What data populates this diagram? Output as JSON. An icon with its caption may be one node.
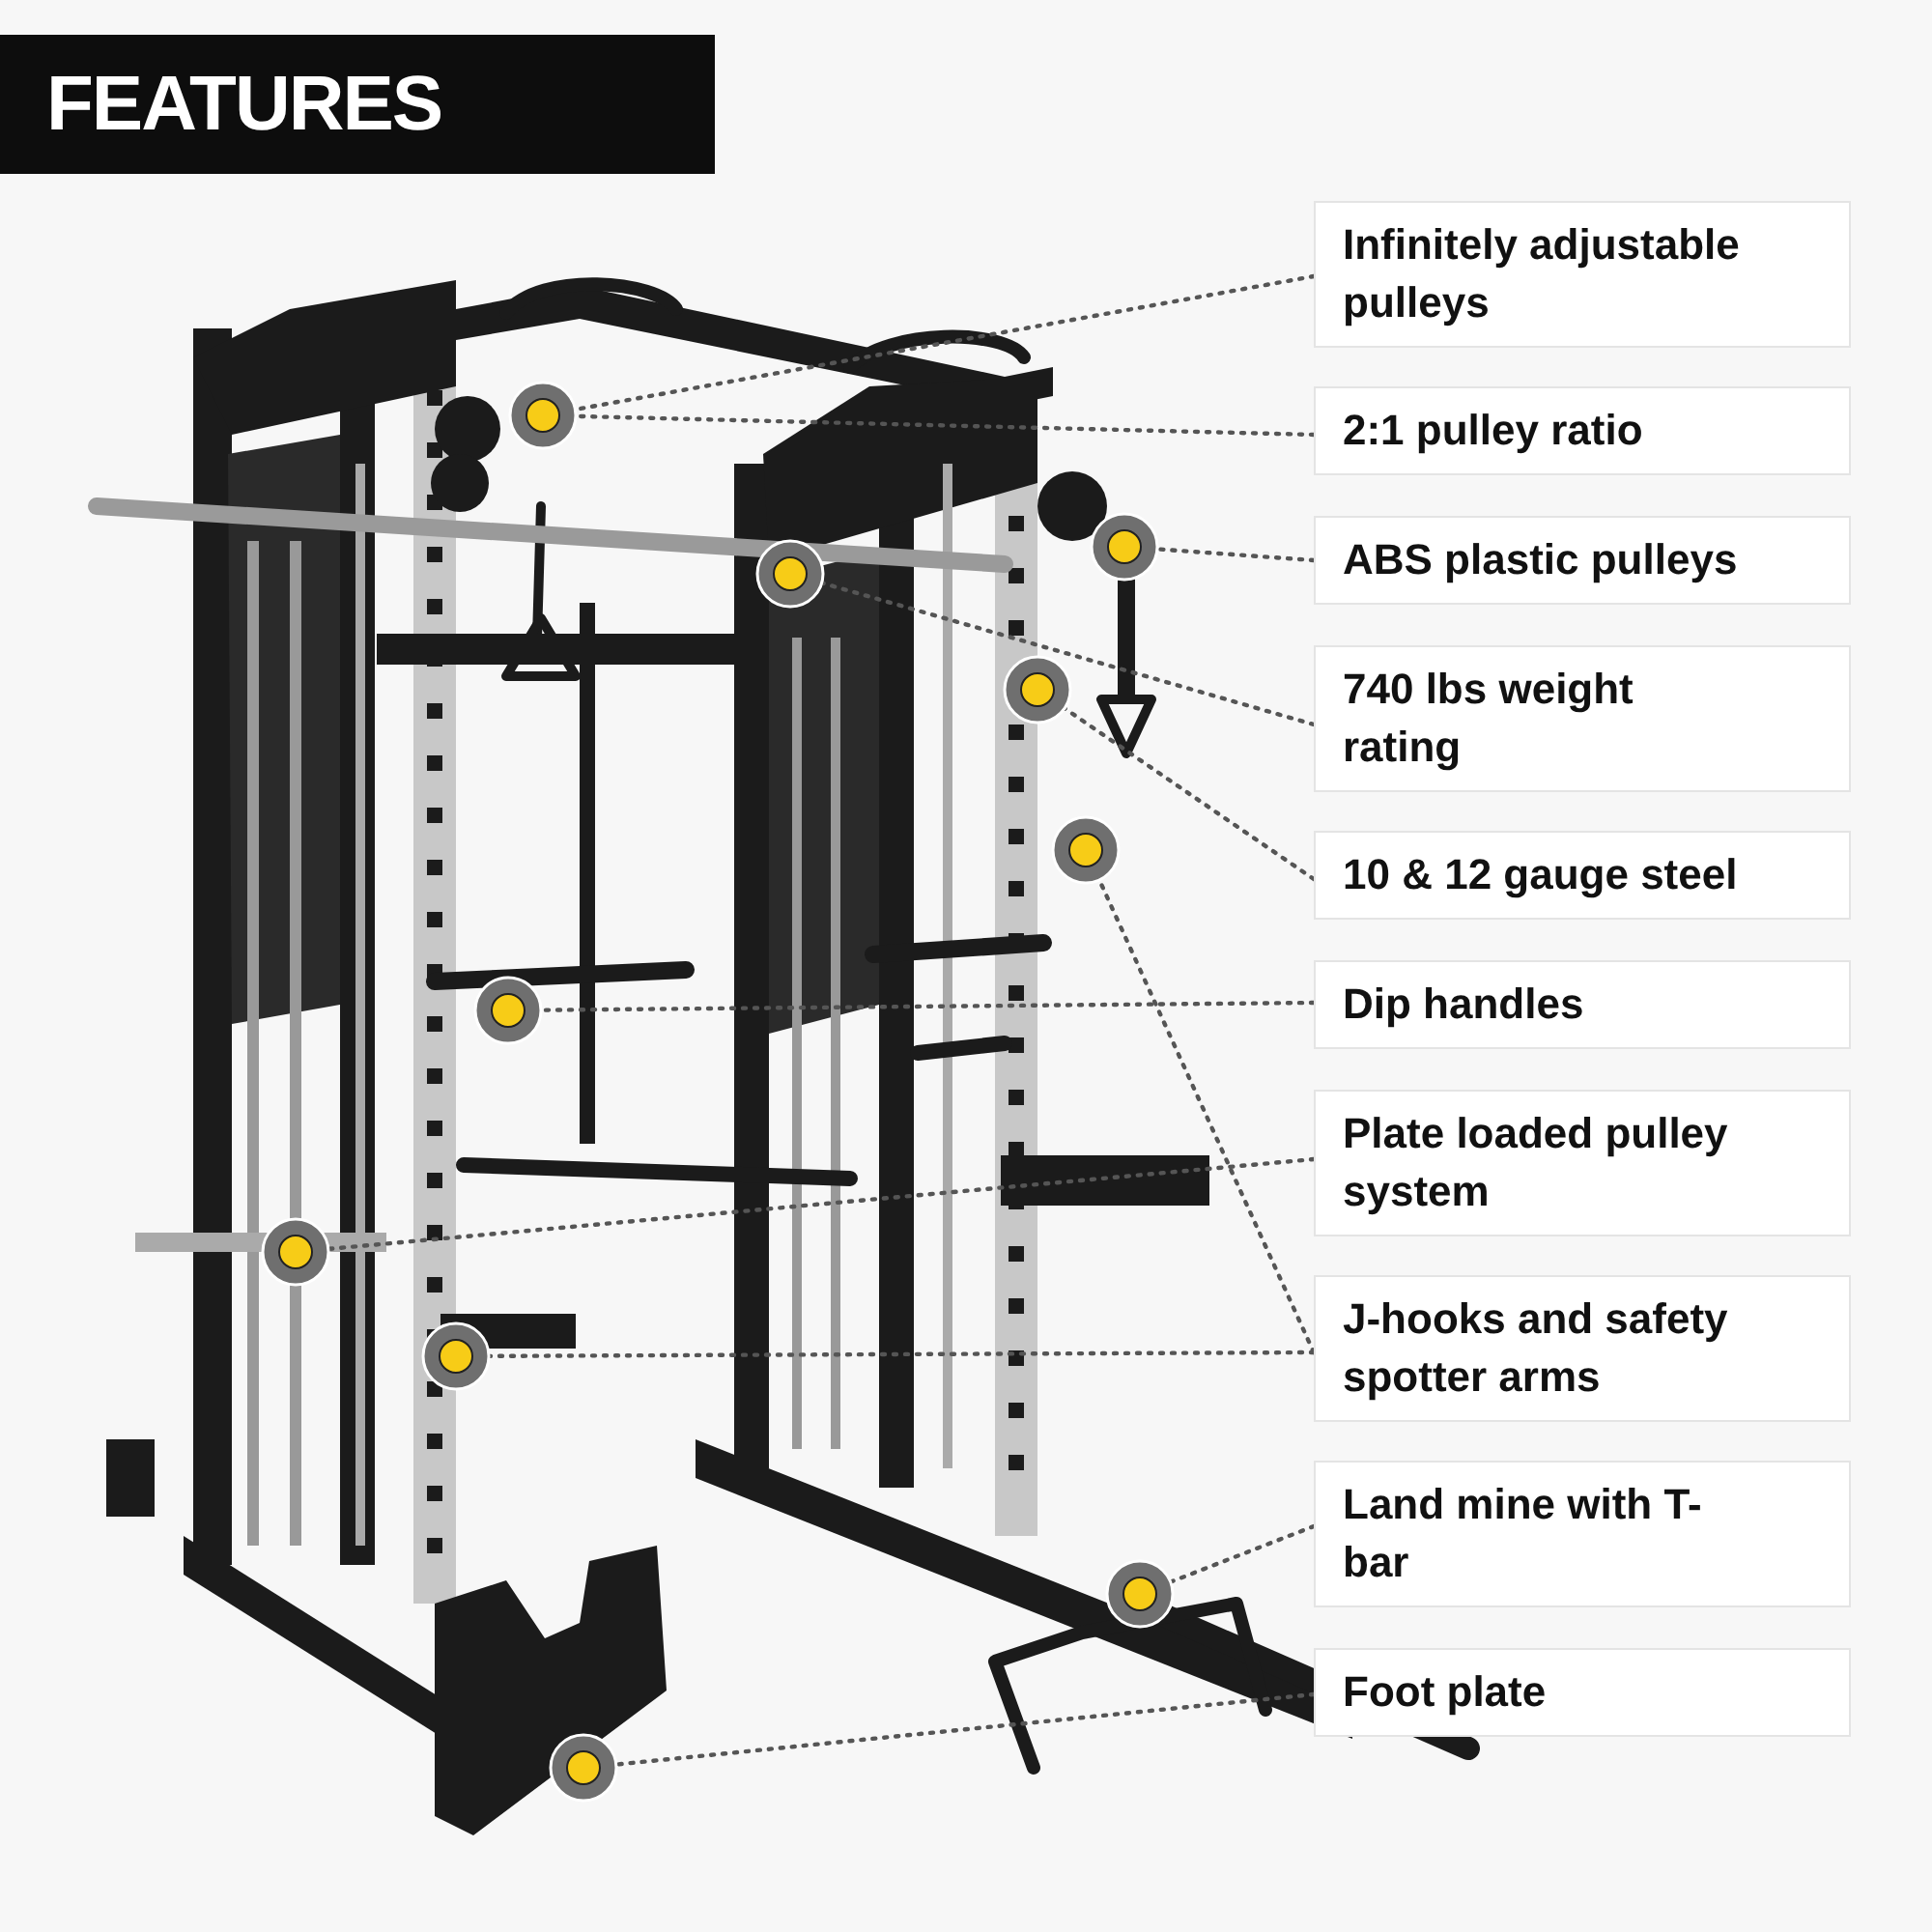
{
  "diagram": {
    "title": "FEATURES",
    "nodes": [
      {
        "text": [
          "Infinitely adjustable pulleys"
        ]
      },
      {
        "text": [
          "2:1 pulley ratio"
        ]
      },
      {
        "text": [
          "ABS plastic pulleys"
        ]
      },
      {
        "text": [
          "740 lbs weight rating"
        ]
      },
      {
        "text": [
          "10 & 12 gauge steel"
        ]
      },
      {
        "text": [
          "Dip handles"
        ]
      },
      {
        "text": [
          "Plate loaded pulley system"
        ]
      },
      {
        "text": [
          "J-hooks and safety spotter arms"
        ]
      },
      {
        "text": [
          "Land mine with T-bar"
        ]
      },
      {
        "text": [
          "Foot plate"
        ]
      },
      {
        "text": [],
        "shape": "circle"
      },
      {
        "text": [],
        "shape": "circle"
      },
      {
        "text": [],
        "shape": "circle"
      },
      {
        "text": [],
        "shape": "circle"
      },
      {
        "text": [],
        "shape": "circle"
      },
      {
        "text": [],
        "shape": "circle"
      },
      {
        "text": [],
        "shape": "circle"
      },
      {
        "text": [],
        "shape": "circle"
      },
      {
        "text": [],
        "shape": "circle"
      },
      {
        "text": [],
        "shape": "circle"
      }
    ],
    "edges": [
      {
        "from": 0,
        "to": 10,
        "arrow": "none"
      },
      {
        "from": 1,
        "to": 10,
        "arrow": "none"
      },
      {
        "from": 2,
        "to": 11,
        "arrow": "none"
      },
      {
        "from": 3,
        "to": 12,
        "arrow": "none"
      },
      {
        "from": 4,
        "to": 13,
        "arrow": "none"
      },
      {
        "from": 5,
        "to": 15,
        "arrow": "none"
      },
      {
        "from": 6,
        "to": 16,
        "arrow": "none"
      },
      {
        "from": 7,
        "to": 17,
        "arrow": "none"
      },
      {
        "from": 7,
        "to": 14,
        "arrow": "none"
      },
      {
        "from": 8,
        "to": 18,
        "arrow": "none"
      },
      {
        "from": 9,
        "to": 19,
        "arrow": "none"
      }
    ]
  }
}
